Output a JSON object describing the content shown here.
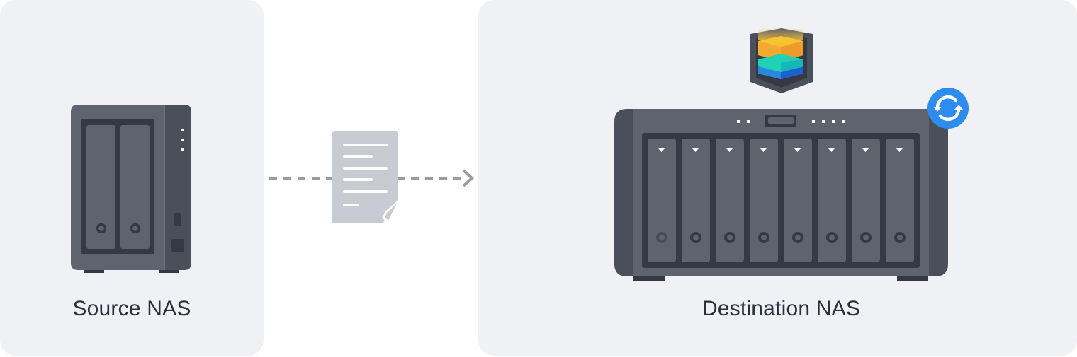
{
  "diagram": {
    "type": "replication-flow",
    "source": {
      "label": "Source NAS",
      "device": "2-bay NAS",
      "drive_bays": 2,
      "status_leds": 3
    },
    "transfer": {
      "item": "document",
      "connector": "dashed-arrow",
      "direction": "source-to-destination"
    },
    "destination": {
      "label": "Destination NAS",
      "device": "8-bay NAS",
      "drive_bays": 8,
      "app_icon": "stacked-layers-app-icon",
      "badge_icon": "sync-icon"
    },
    "colors": {
      "panel_bg": "#f0f1f5",
      "page_bg": "#ffffff",
      "nas_body": "#5e646e",
      "nas_side": "#4a505a",
      "nas_dark": "#353943",
      "document": "#c8cbd1",
      "arrow": "#9b9b9b",
      "sync_badge": "#2d8cf0",
      "label_text": "#2b313c"
    }
  }
}
